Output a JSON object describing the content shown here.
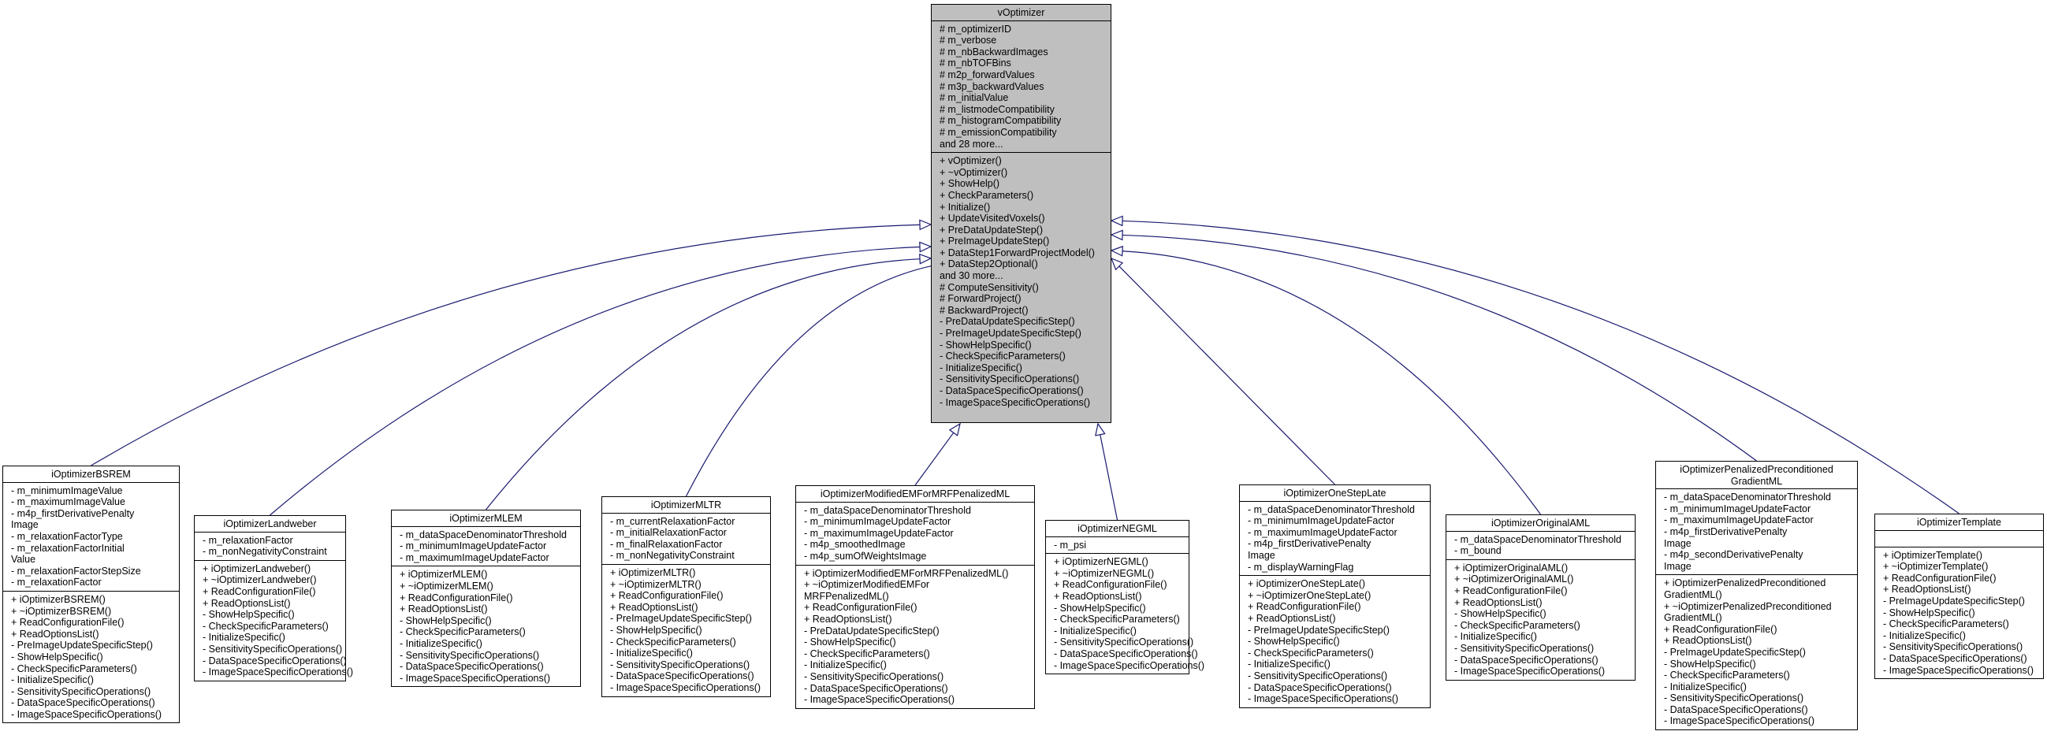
{
  "base": {
    "name": "vOptimizer",
    "attributes": [
      "# m_optimizerID",
      "# m_verbose",
      "# m_nbBackwardImages",
      "# m_nbTOFBins",
      "# m2p_forwardValues",
      "# m3p_backwardValues",
      "# m_initialValue",
      "# m_listmodeCompatibility",
      "# m_histogramCompatibility",
      "# m_emissionCompatibility",
      "and 28 more..."
    ],
    "methods": [
      "+ vOptimizer()",
      "+ ~vOptimizer()",
      "+ ShowHelp()",
      "+ CheckParameters()",
      "+ Initialize()",
      "+ UpdateVisitedVoxels()",
      "+ PreDataUpdateStep()",
      "+ PreImageUpdateStep()",
      "+ DataStep1ForwardProjectModel()",
      "+ DataStep2Optional()",
      "and 30 more...",
      "# ComputeSensitivity()",
      "# ForwardProject()",
      "# BackwardProject()",
      "- PreDataUpdateSpecificStep()",
      "- PreImageUpdateSpecificStep()",
      "- ShowHelpSpecific()",
      "- CheckSpecificParameters()",
      "- InitializeSpecific()",
      "- SensitivitySpecificOperations()",
      "- DataSpaceSpecificOperations()",
      "- ImageSpaceSpecificOperations()"
    ]
  },
  "classes": [
    {
      "name": [
        "iOptimizerBSREM"
      ],
      "attributes": [
        "- m_minimumImageValue",
        "- m_maximumImageValue",
        "- m4p_firstDerivativePenalty",
        "Image",
        "- m_relaxationFactorType",
        "- m_relaxationFactorInitial",
        "Value",
        "- m_relaxationFactorStepSize",
        "- m_relaxationFactor"
      ],
      "methods": [
        "+ iOptimizerBSREM()",
        "+ ~iOptimizerBSREM()",
        "+ ReadConfigurationFile()",
        "+ ReadOptionsList()",
        "- PreImageUpdateSpecificStep()",
        "- ShowHelpSpecific()",
        "- CheckSpecificParameters()",
        "- InitializeSpecific()",
        "- SensitivitySpecificOperations()",
        "- DataSpaceSpecificOperations()",
        "- ImageSpaceSpecificOperations()"
      ]
    },
    {
      "name": [
        "iOptimizerLandweber"
      ],
      "attributes": [
        "- m_relaxationFactor",
        "- m_nonNegativityConstraint"
      ],
      "methods": [
        "+ iOptimizerLandweber()",
        "+ ~iOptimizerLandweber()",
        "+ ReadConfigurationFile()",
        "+ ReadOptionsList()",
        "- ShowHelpSpecific()",
        "- CheckSpecificParameters()",
        "- InitializeSpecific()",
        "- SensitivitySpecificOperations()",
        "- DataSpaceSpecificOperations()",
        "- ImageSpaceSpecificOperations()"
      ]
    },
    {
      "name": [
        "iOptimizerMLEM"
      ],
      "attributes": [
        "- m_dataSpaceDenominatorThreshold",
        "- m_minimumImageUpdateFactor",
        "- m_maximumImageUpdateFactor"
      ],
      "methods": [
        "+ iOptimizerMLEM()",
        "+ ~iOptimizerMLEM()",
        "+ ReadConfigurationFile()",
        "+ ReadOptionsList()",
        "- ShowHelpSpecific()",
        "- CheckSpecificParameters()",
        "- InitializeSpecific()",
        "- SensitivitySpecificOperations()",
        "- DataSpaceSpecificOperations()",
        "- ImageSpaceSpecificOperations()"
      ]
    },
    {
      "name": [
        "iOptimizerMLTR"
      ],
      "attributes": [
        "- m_currentRelaxationFactor",
        "- m_initialRelaxationFactor",
        "- m_finalRelaxationFactor",
        "- m_nonNegativityConstraint"
      ],
      "methods": [
        "+ iOptimizerMLTR()",
        "+ ~iOptimizerMLTR()",
        "+ ReadConfigurationFile()",
        "+ ReadOptionsList()",
        "- PreImageUpdateSpecificStep()",
        "- ShowHelpSpecific()",
        "- CheckSpecificParameters()",
        "- InitializeSpecific()",
        "- SensitivitySpecificOperations()",
        "- DataSpaceSpecificOperations()",
        "- ImageSpaceSpecificOperations()"
      ]
    },
    {
      "name": [
        "iOptimizerModifiedEMForMRFPenalizedML"
      ],
      "attributes": [
        "- m_dataSpaceDenominatorThreshold",
        "- m_minimumImageUpdateFactor",
        "- m_maximumImageUpdateFactor",
        "- m4p_smoothedImage",
        "- m4p_sumOfWeightsImage"
      ],
      "methods": [
        "+ iOptimizerModifiedEMForMRFPenalizedML()",
        "+ ~iOptimizerModifiedEMFor",
        "MRFPenalizedML()",
        "+ ReadConfigurationFile()",
        "+ ReadOptionsList()",
        "- PreDataUpdateSpecificStep()",
        "- ShowHelpSpecific()",
        "- CheckSpecificParameters()",
        "- InitializeSpecific()",
        "- SensitivitySpecificOperations()",
        "- DataSpaceSpecificOperations()",
        "- ImageSpaceSpecificOperations()"
      ]
    },
    {
      "name": [
        "iOptimizerNEGML"
      ],
      "attributes": [
        "- m_psi"
      ],
      "methods": [
        "+ iOptimizerNEGML()",
        "+ ~iOptimizerNEGML()",
        "+ ReadConfigurationFile()",
        "+ ReadOptionsList()",
        "- ShowHelpSpecific()",
        "- CheckSpecificParameters()",
        "- InitializeSpecific()",
        "- SensitivitySpecificOperations()",
        "- DataSpaceSpecificOperations()",
        "- ImageSpaceSpecificOperations()"
      ]
    },
    {
      "name": [
        "iOptimizerOneStepLate"
      ],
      "attributes": [
        "- m_dataSpaceDenominatorThreshold",
        "- m_minimumImageUpdateFactor",
        "- m_maximumImageUpdateFactor",
        "- m4p_firstDerivativePenalty",
        "Image",
        "- m_displayWarningFlag"
      ],
      "methods": [
        "+ iOptimizerOneStepLate()",
        "+ ~iOptimizerOneStepLate()",
        "+ ReadConfigurationFile()",
        "+ ReadOptionsList()",
        "- PreImageUpdateSpecificStep()",
        "- ShowHelpSpecific()",
        "- CheckSpecificParameters()",
        "- InitializeSpecific()",
        "- SensitivitySpecificOperations()",
        "- DataSpaceSpecificOperations()",
        "- ImageSpaceSpecificOperations()"
      ]
    },
    {
      "name": [
        "iOptimizerOriginalAML"
      ],
      "attributes": [
        "- m_dataSpaceDenominatorThreshold",
        "- m_bound"
      ],
      "methods": [
        "+ iOptimizerOriginalAML()",
        "+ ~iOptimizerOriginalAML()",
        "+ ReadConfigurationFile()",
        "+ ReadOptionsList()",
        "- ShowHelpSpecific()",
        "- CheckSpecificParameters()",
        "- InitializeSpecific()",
        "- SensitivitySpecificOperations()",
        "- DataSpaceSpecificOperations()",
        "- ImageSpaceSpecificOperations()"
      ]
    },
    {
      "name": [
        "iOptimizerPenalizedPreconditioned",
        "GradientML"
      ],
      "attributes": [
        "- m_dataSpaceDenominatorThreshold",
        "- m_minimumImageUpdateFactor",
        "- m_maximumImageUpdateFactor",
        "- m4p_firstDerivativePenalty",
        "Image",
        "- m4p_secondDerivativePenalty",
        "Image"
      ],
      "methods": [
        "+ iOptimizerPenalizedPreconditioned",
        "GradientML()",
        "+ ~iOptimizerPenalizedPreconditioned",
        "GradientML()",
        "+ ReadConfigurationFile()",
        "+ ReadOptionsList()",
        "- PreImageUpdateSpecificStep()",
        "- ShowHelpSpecific()",
        "- CheckSpecificParameters()",
        "- InitializeSpecific()",
        "- SensitivitySpecificOperations()",
        "- DataSpaceSpecificOperations()",
        "- ImageSpaceSpecificOperations()"
      ]
    },
    {
      "name": [
        "iOptimizerTemplate"
      ],
      "attributes": [],
      "methods": [
        "+ iOptimizerTemplate()",
        "+ ~iOptimizerTemplate()",
        "+ ReadConfigurationFile()",
        "+ ReadOptionsList()",
        "- PreImageUpdateSpecificStep()",
        "- ShowHelpSpecific()",
        "- CheckSpecificParameters()",
        "- InitializeSpecific()",
        "- SensitivitySpecificOperations()",
        "- DataSpaceSpecificOperations()",
        "- ImageSpaceSpecificOperations()"
      ]
    }
  ]
}
